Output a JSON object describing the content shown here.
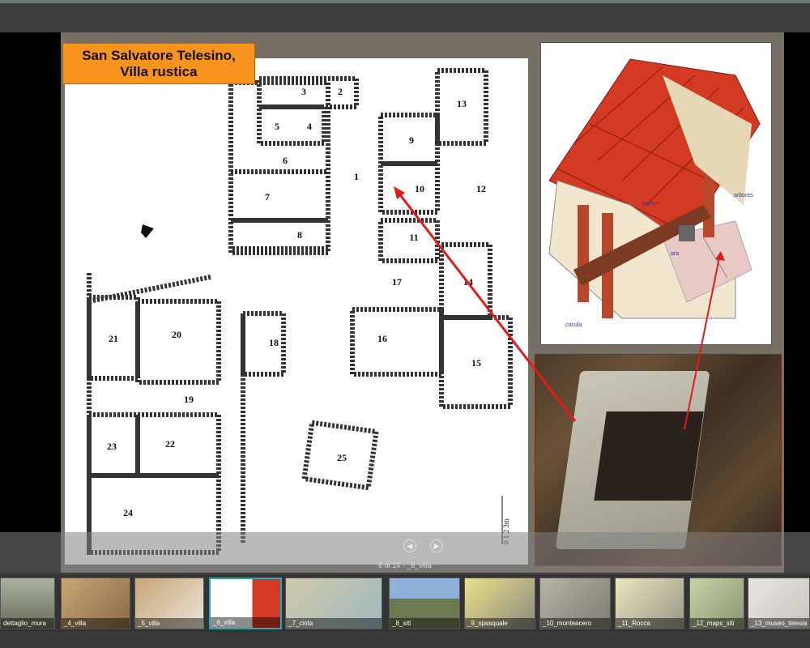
{
  "slide": {
    "title_line1": "San Salvatore Telesino,",
    "title_line2": "Villa rustica",
    "plan_rooms": [
      "1",
      "2",
      "3",
      "4",
      "5",
      "6",
      "7",
      "8",
      "9",
      "10",
      "11",
      "12",
      "13",
      "14",
      "15",
      "16",
      "17",
      "18",
      "19",
      "20",
      "21",
      "22",
      "23",
      "24",
      "25"
    ],
    "scale_label": "0  1  2  3m",
    "press_labels": {
      "prelum": "prelum",
      "arbores": "arbores",
      "ara": "ara",
      "cocula": "cocula"
    }
  },
  "nav": {
    "prev_icon": "◀",
    "next_icon": "▶",
    "counter": "6 di 14 - _6_villa"
  },
  "thumbnails": [
    {
      "label": "dettaglio_mura",
      "active": false
    },
    {
      "label": "_4_villa",
      "active": false
    },
    {
      "label": "_5_villa",
      "active": false
    },
    {
      "label": "_6_villa",
      "active": true
    },
    {
      "label": "_7_cinta",
      "active": false
    },
    {
      "label": "_8_siti",
      "active": false
    },
    {
      "label": "_9_spasquale",
      "active": false
    },
    {
      "label": "_10_monteacero",
      "active": false
    },
    {
      "label": "_11_Rocca",
      "active": false
    },
    {
      "label": "_12_maps_siti",
      "active": false
    },
    {
      "label": "_13_museo_telesia",
      "active": false
    }
  ],
  "colors": {
    "accent": "#2aa7b5",
    "title_bg": "#f7941d",
    "arrow": "#e11b1b"
  }
}
